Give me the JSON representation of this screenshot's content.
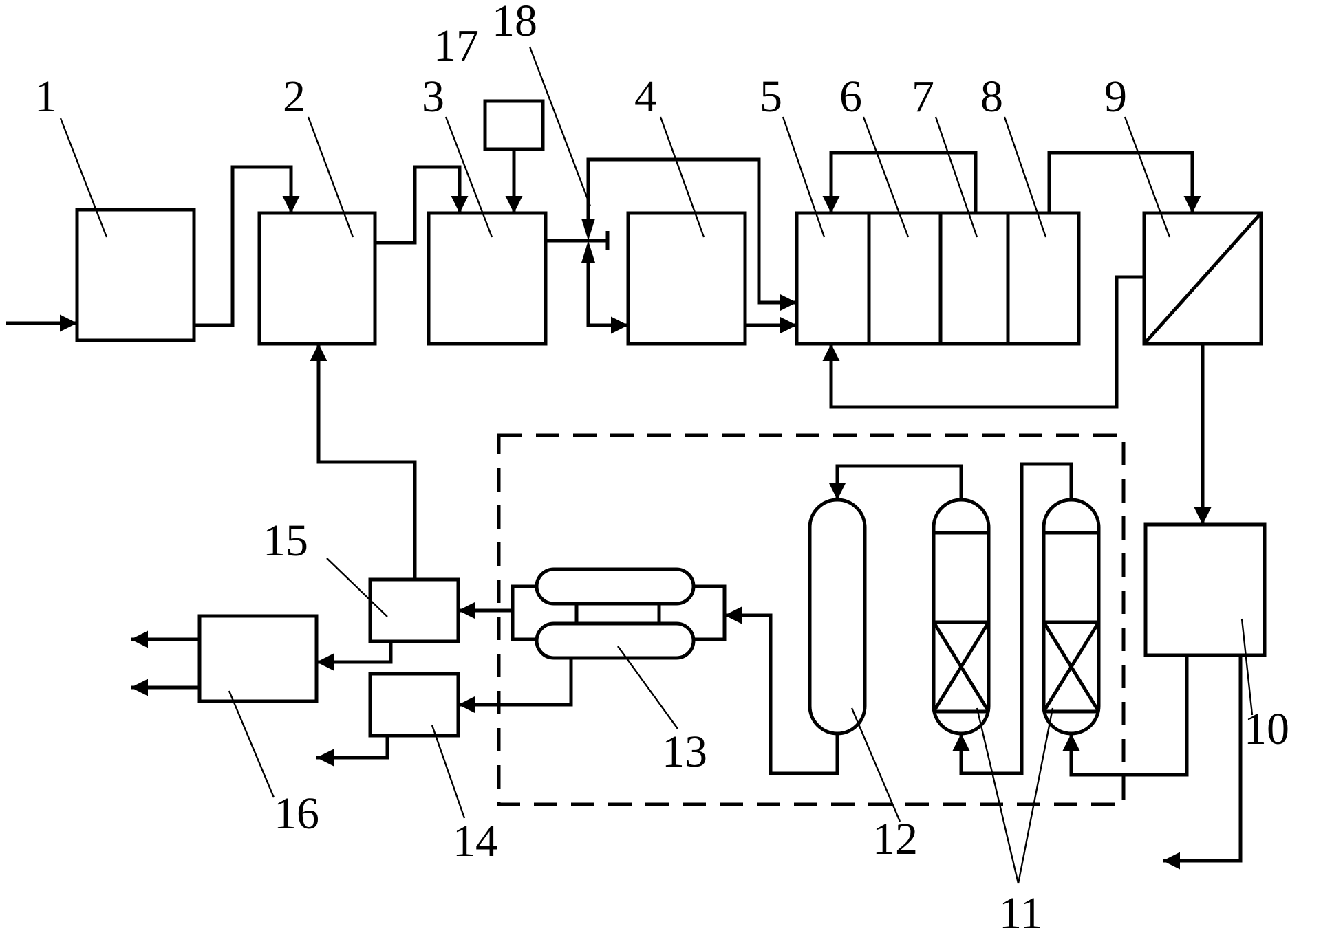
{
  "labels": {
    "n1": "1",
    "n2": "2",
    "n3": "3",
    "n4": "4",
    "n5": "5",
    "n6": "6",
    "n7": "7",
    "n8": "8",
    "n9": "9",
    "n10": "10",
    "n11": "11",
    "n12": "12",
    "n13": "13",
    "n14": "14",
    "n15": "15",
    "n16": "16",
    "n17": "17",
    "n18": "18"
  }
}
